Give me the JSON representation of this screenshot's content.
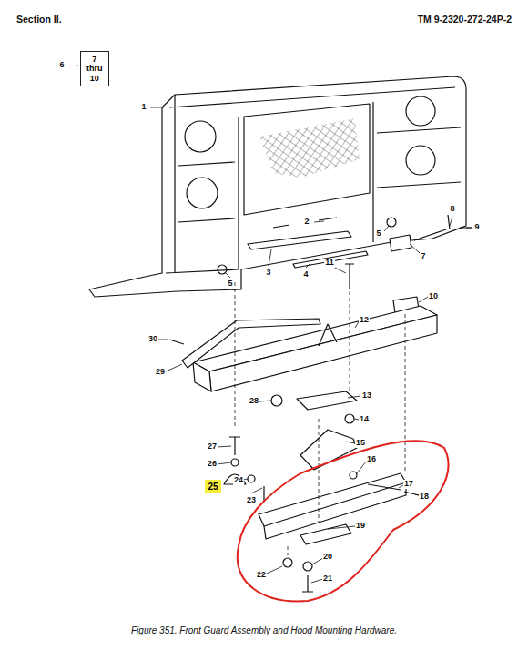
{
  "diagram": {
    "caption": "Figure 351.  Front Guard Assembly and Hood Mounting Hardware.",
    "nodes": [
      {
        "text": [
          "7 thru 10"
        ]
      },
      {
        "text": [
          "25"
        ]
      }
    ],
    "labels": [
      "Section II.",
      "TM 9-2320-272-24P-2",
      "6",
      "1",
      "2",
      "3",
      "4",
      "5",
      "5",
      "7",
      "8",
      "9",
      "10",
      "11",
      "12",
      "13",
      "14",
      "15",
      "16",
      "17",
      "18",
      "19",
      "20",
      "21",
      "22",
      "23",
      "24",
      "26",
      "27",
      "28",
      "29",
      "30"
    ]
  }
}
